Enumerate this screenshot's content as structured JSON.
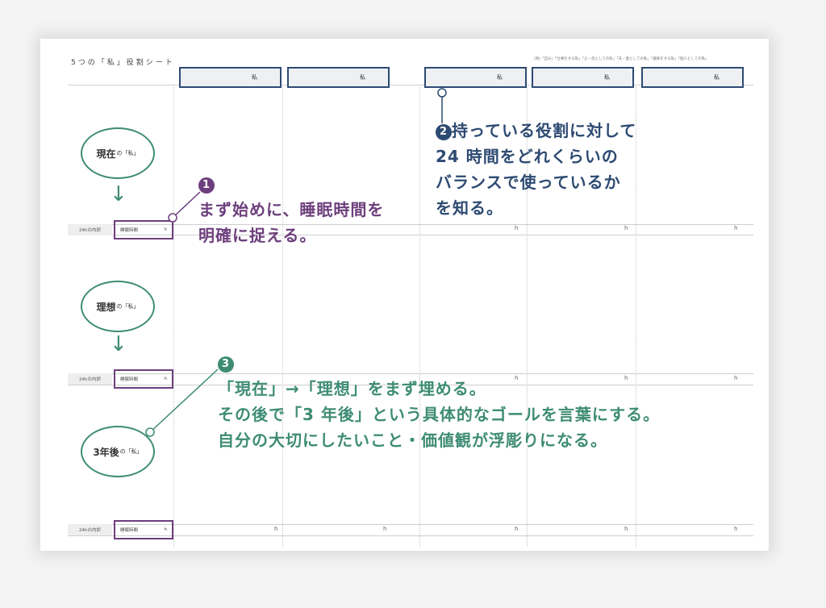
{
  "sheet": {
    "title": "5つの「私」役割シート",
    "tiny_note": "(例)「自分」「仕事をする私」「父・母としての私」「夫・妻としての私」「趣味をする私」「個人としての私」",
    "header_box_label": "私",
    "row_label": "24hの内訳",
    "sleep_label": "睡眠時間",
    "unit": "h"
  },
  "stages": [
    {
      "name": "現在",
      "suffix": "の「私」"
    },
    {
      "name": "理想",
      "suffix": "の「私」"
    },
    {
      "name": "3年後",
      "suffix": "の「私」"
    }
  ],
  "arrow_glyph": "↓",
  "callouts": {
    "one": {
      "num": "1",
      "lines": [
        "まず始めに、睡眠時間を",
        "明確に捉える。"
      ],
      "color": "#6d3f7d"
    },
    "two": {
      "num": "2",
      "lines": [
        "持っている役割に対して",
        "24 時間をどれくらいの",
        "バランスで使っているか",
        "を知る。"
      ],
      "color": "#2d4a72"
    },
    "three": {
      "num": "3",
      "lines": [
        "「現在」→「理想」をまず埋める。",
        "その後で「3 年後」という具体的なゴールを言葉にする。",
        "自分の大切にしたいこと・価値観が浮彫りになる。"
      ],
      "color": "#3e8c74"
    }
  },
  "colors": {
    "purple": "#6d3f7d",
    "navy": "#2d4a72",
    "green": "#3e8c74"
  }
}
